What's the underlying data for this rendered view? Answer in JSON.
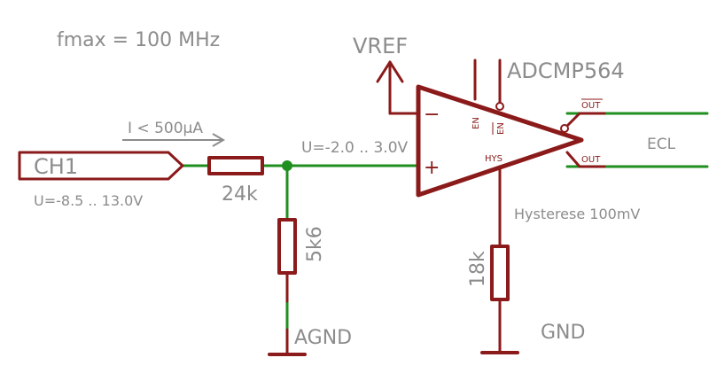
{
  "title": "fmax = 100 MHz",
  "input": {
    "name": "CH1",
    "voltage_range": "U=-8.5 .. 13.0V",
    "current_note": "I < 500µA"
  },
  "resistors": {
    "series": "24k",
    "shunt": "5k6",
    "hysteresis": "18k"
  },
  "node_voltage": "U=-2.0 .. 3.0V",
  "comparator": {
    "part": "ADCMP564",
    "minus": "−",
    "plus": "+",
    "pin_en": "EN",
    "pin_en_bar": "EN",
    "pin_hys": "HYS",
    "out_top": "OUT",
    "out_bottom": "OUT"
  },
  "vref": "VREF",
  "hysteresis_note": "Hysterese 100mV",
  "output_label": "ECL",
  "ground_analog": "AGND",
  "ground": "GND"
}
